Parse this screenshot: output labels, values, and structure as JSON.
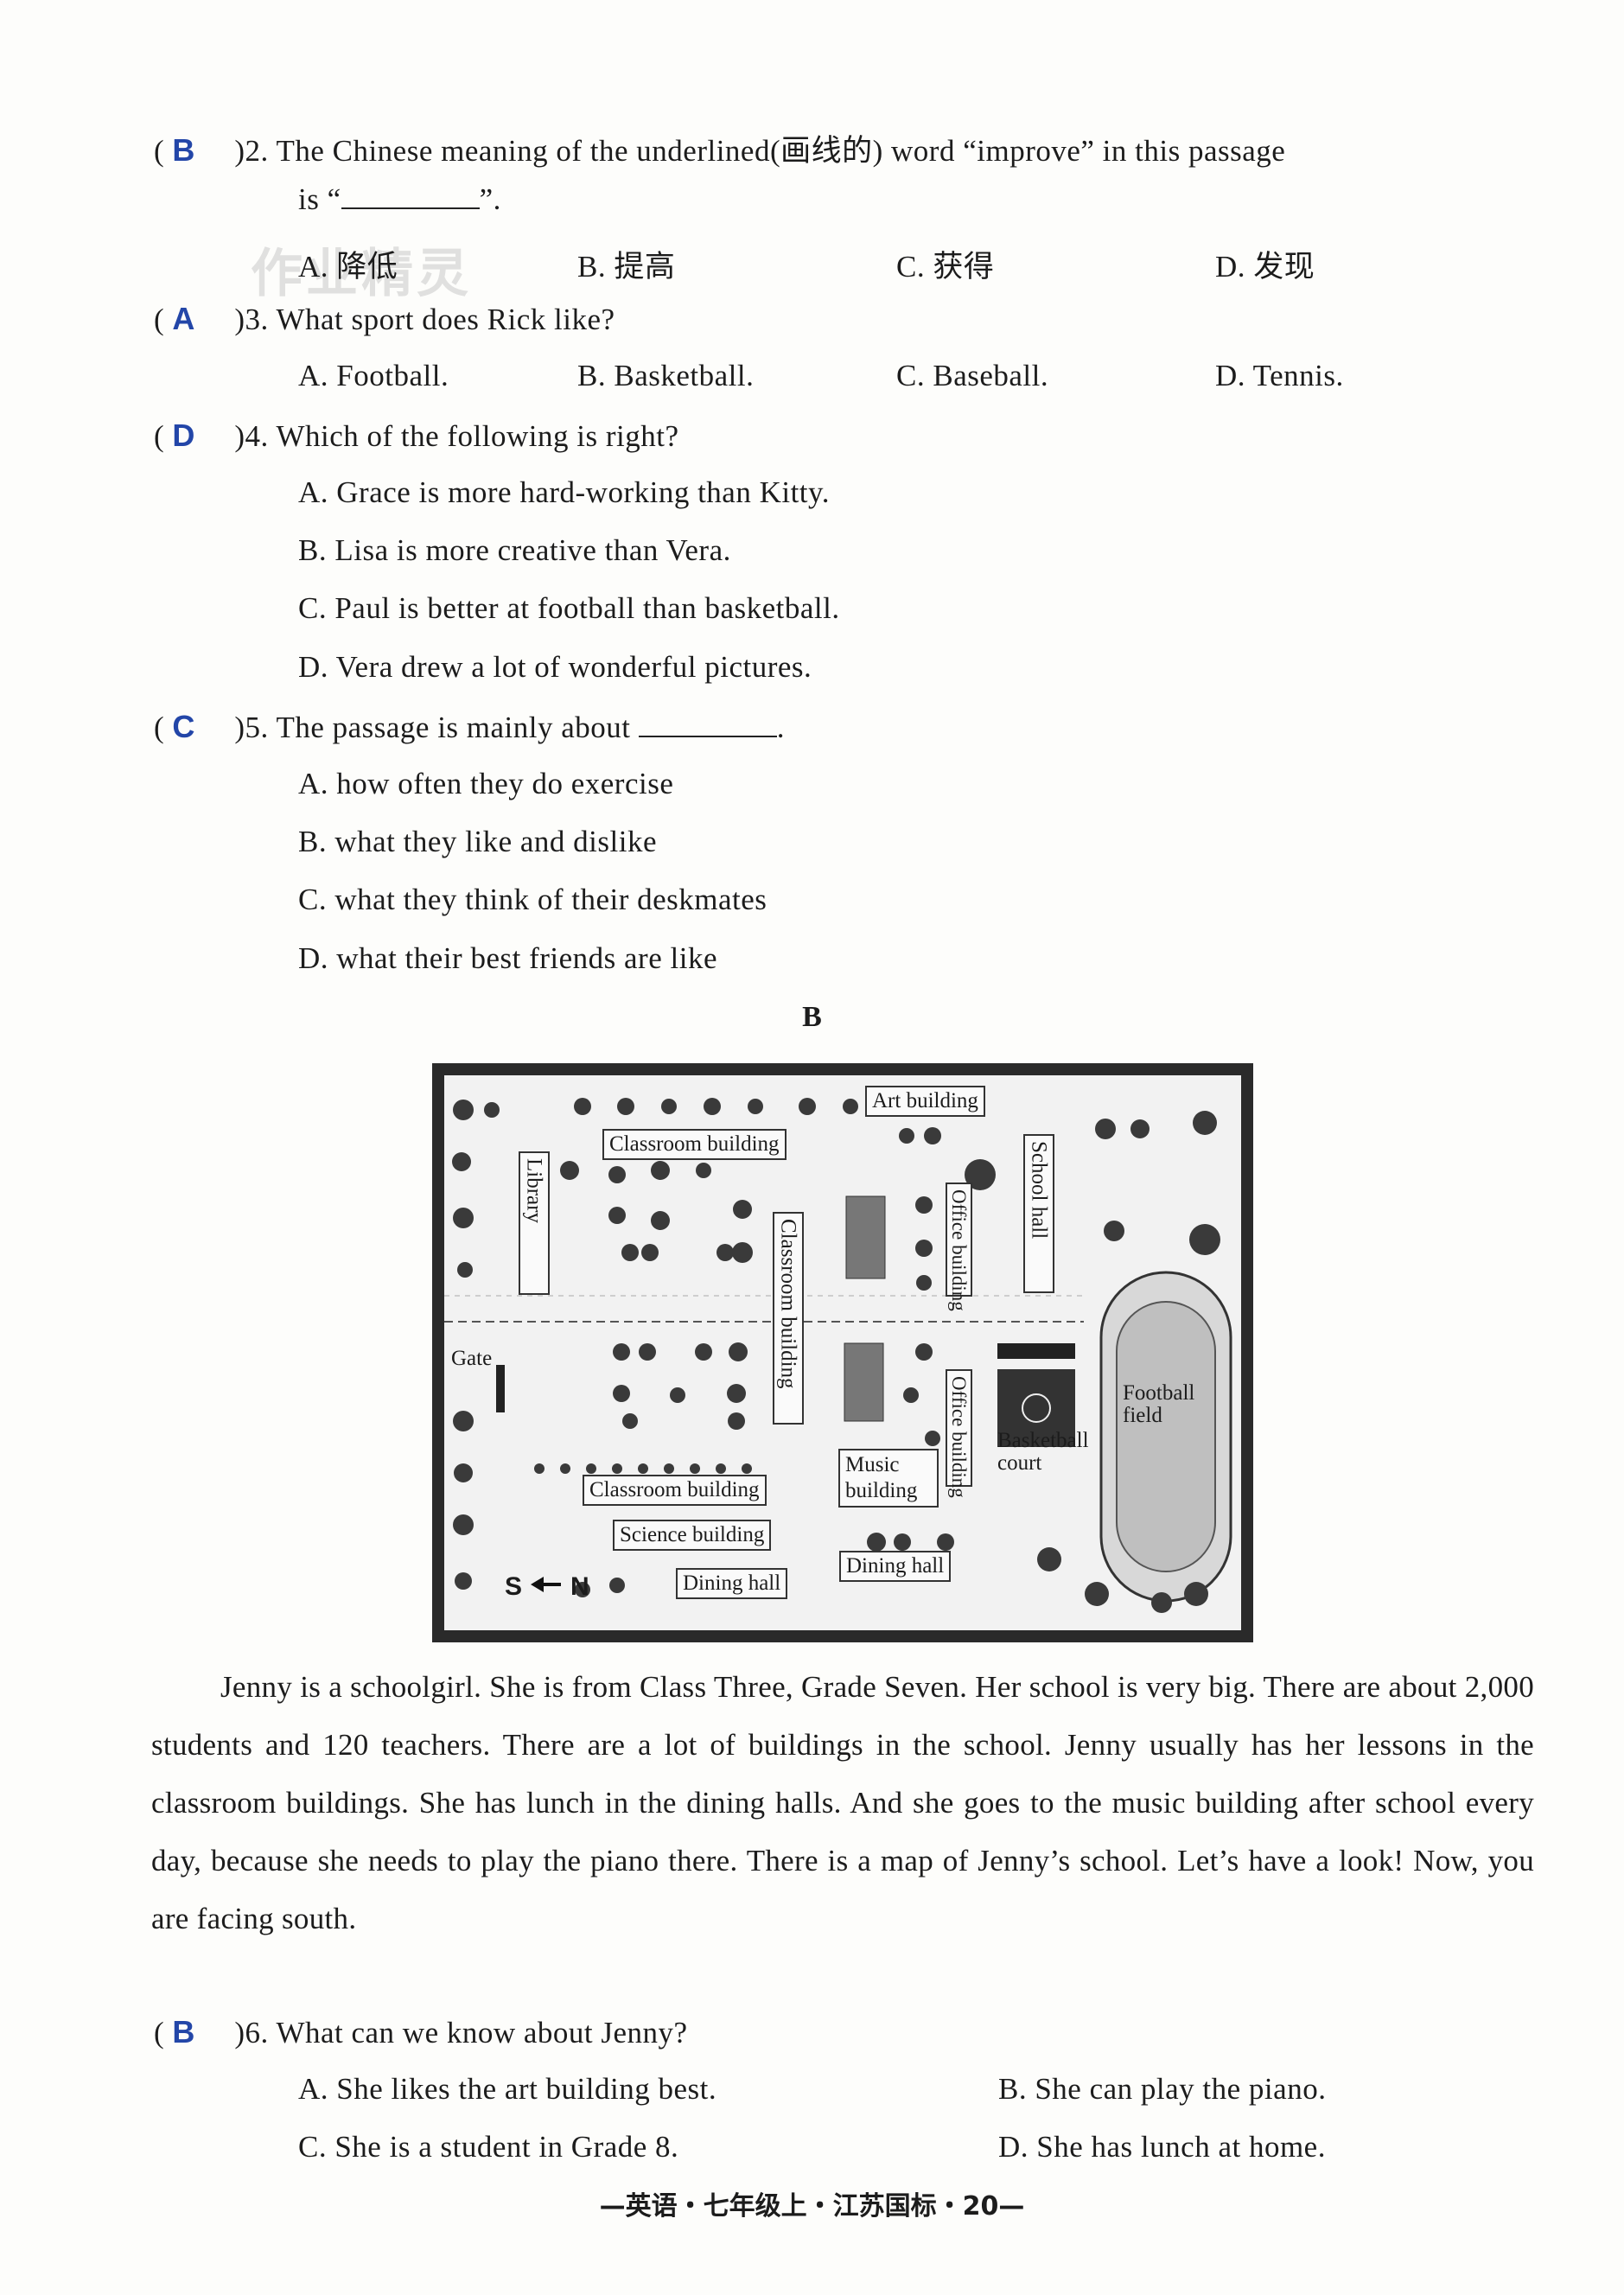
{
  "watermark": "作业精灵",
  "questions_a": [
    {
      "answer": "B",
      "number": ")2.",
      "stem_1": "The Chinese meaning of the underlined(画线的) word “improve” in this passage",
      "stem_2_pre": "is “",
      "stem_2_post": "”.",
      "options": [
        "A. 降低",
        "B. 提高",
        "C. 获得",
        "D. 发现"
      ]
    },
    {
      "answer": "A",
      "number": ")3.",
      "stem": "What sport does Rick like?",
      "options": [
        "A. Football.",
        "B. Basketball.",
        "C. Baseball.",
        "D. Tennis."
      ]
    },
    {
      "answer": "D",
      "number": ")4.",
      "stem": "Which of the following is right?",
      "options": [
        "A. Grace is more hard-working than Kitty.",
        "B. Lisa is more creative than Vera.",
        "C. Paul is better at football than basketball.",
        "D. Vera drew a lot of wonderful pictures."
      ]
    },
    {
      "answer": "C",
      "number": ")5.",
      "stem_pre": "The passage is mainly about",
      "stem_post": ".",
      "options": [
        "A. how often they do exercise",
        "B. what they like and dislike",
        "C. what they think of their deskmates",
        "D. what their best friends are like"
      ]
    }
  ],
  "section_b": {
    "title": "B"
  },
  "map": {
    "labels": {
      "art": "Art building",
      "classroom_top": "Classroom building",
      "library": "Library",
      "classroom_mid": "Classroom building",
      "office_top": "Office building",
      "school_hall": "School hall",
      "gate": "Gate",
      "office_bottom": "Office building",
      "basketball": "Basketball court",
      "football": "Football field",
      "music": "Music building",
      "classroom_bottom": "Classroom building",
      "science": "Science building",
      "dining_left": "Dining hall",
      "dining_right": "Dining hall"
    },
    "compass": {
      "s": "S",
      "n": "N"
    }
  },
  "passage": "Jenny is a schoolgirl. She is from Class Three, Grade Seven. Her school is very big. There are about 2,000 students and 120 teachers. There are a lot of buildings in the school. Jenny usually has her lessons in the classroom buildings. She has lunch in the dining halls. And she goes to the music building after school every day, because she needs to play the piano there. There is a map of Jenny’s school. Let’s have a look! Now, you are facing south.",
  "question_6": {
    "answer": "B",
    "number": ")6.",
    "stem": "What can we know about Jenny?",
    "options": [
      "A. She likes the art building best.",
      "B. She can play the piano.",
      "C. She is a student in Grade 8.",
      "D. She has lunch at home."
    ]
  },
  "footer": "—英语・七年级上・江苏国标・20—"
}
